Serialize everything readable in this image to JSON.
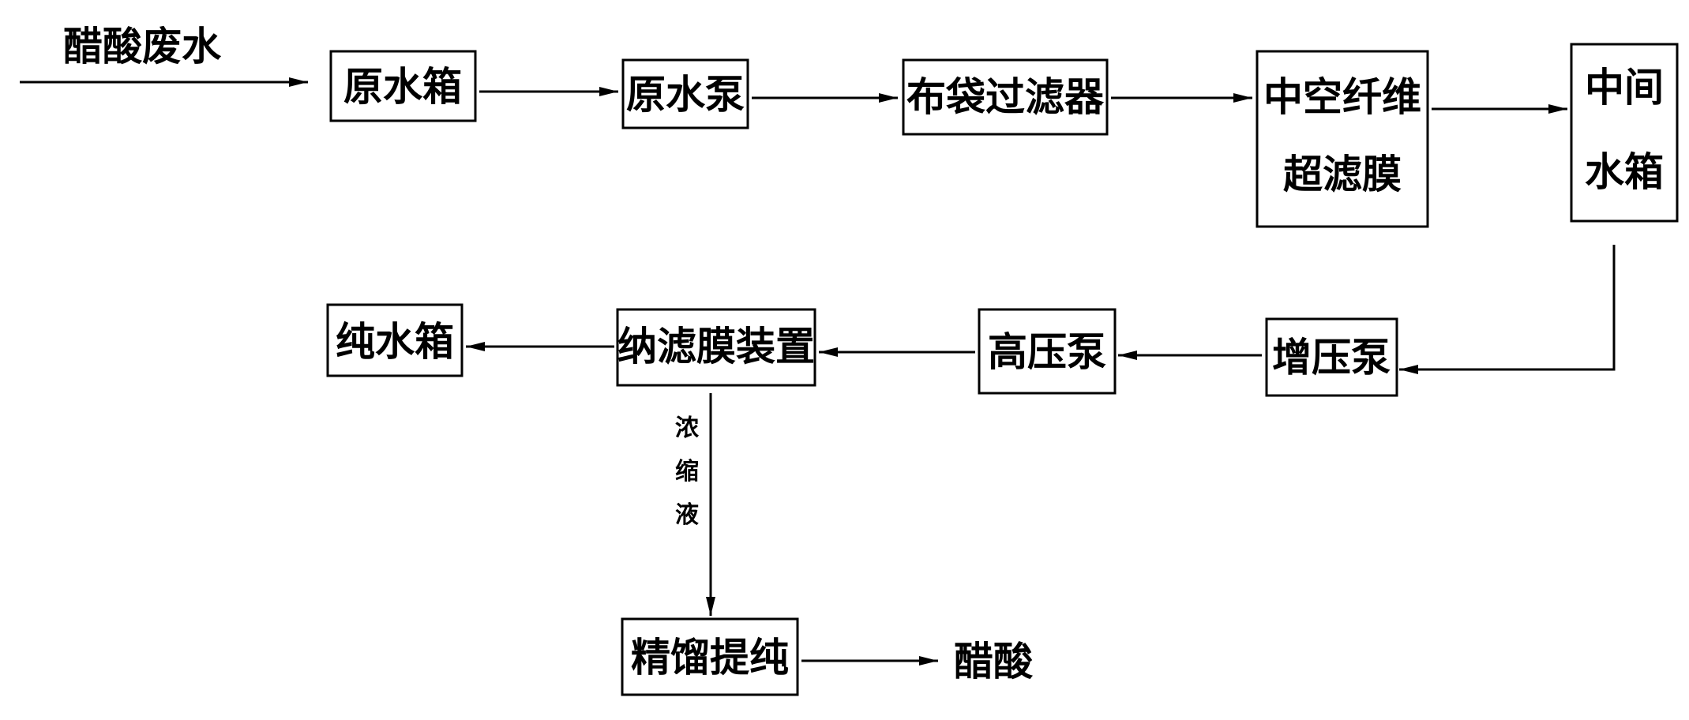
{
  "diagram": {
    "input_label": "醋酸废水",
    "output_label": "醋酸",
    "concentrate_label": [
      "浓",
      "缩",
      "液"
    ],
    "nodes": {
      "raw_tank": [
        "原水箱"
      ],
      "raw_pump": [
        "原水泵"
      ],
      "bag_filter": [
        "布袋过滤器"
      ],
      "uf_membrane": [
        "中空纤维",
        "超滤膜"
      ],
      "mid_tank": [
        "中间",
        "水箱"
      ],
      "booster_pump": [
        "增压泵"
      ],
      "hp_pump": [
        "高压泵"
      ],
      "nf_device": [
        "纳滤膜装置"
      ],
      "pure_tank": [
        "纯水箱"
      ],
      "distill": [
        "精馏提纯"
      ]
    }
  }
}
